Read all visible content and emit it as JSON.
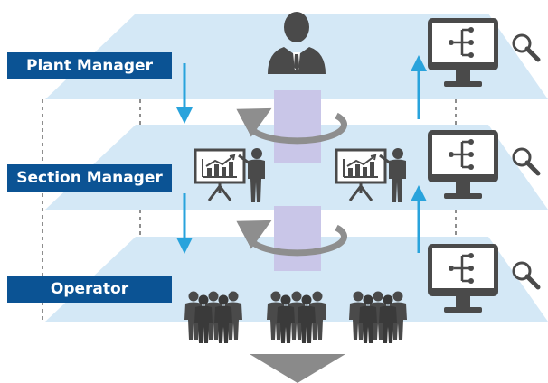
{
  "levels": {
    "plant_manager": "Plant Manager",
    "section_manager": "Section Manager",
    "operator": "Operator"
  },
  "colors": {
    "plane_fill": "#cfe6f5",
    "label_bg": "#0b5394",
    "arrow_blue": "#29a3dc",
    "icon_gray": "#4a4a4a",
    "cylinder": "#c9c6e8",
    "swirl": "#8e8e8e"
  },
  "icons": [
    "manager-person-icon",
    "monitor-flowchart-icon",
    "magnifier-icon",
    "presentation-chart-icon",
    "worker-group-icon",
    "down-arrow-icon",
    "circular-arrow-icon"
  ]
}
